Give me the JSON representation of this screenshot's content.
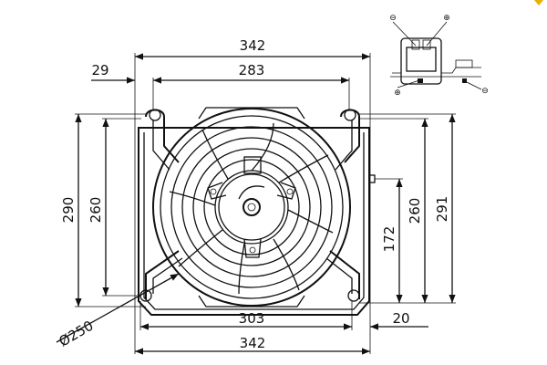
{
  "dimensions": {
    "top_width": "342",
    "bracket_offset": "29",
    "hole_spacing_top": "283",
    "height_left_outer": "290",
    "height_left_inner": "260",
    "height_right_inner": "260",
    "height_right_outer": "291",
    "connector_height": "172",
    "hole_spacing_bottom": "303",
    "bottom_offset": "20",
    "bottom_width": "342",
    "fan_diameter": "Ø250"
  },
  "wiring_symbols": {
    "minus_top_left": "⊖",
    "plus_top_right": "⊕",
    "plus_bottom_left": "⊕",
    "minus_bottom_right": "⊖"
  }
}
